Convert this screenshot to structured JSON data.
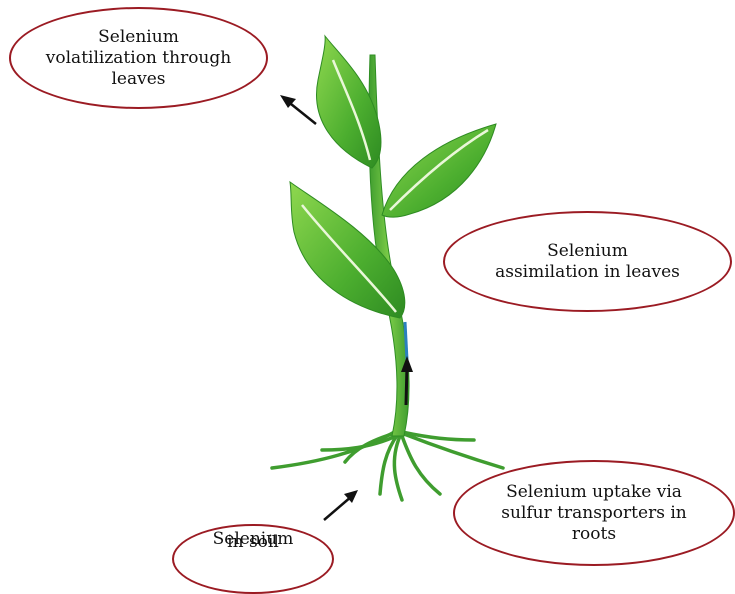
{
  "labels": {
    "volatilization": [
      "Selenium",
      "volatilization through",
      "leaves"
    ],
    "assimilation": [
      "Selenium",
      "assimilation in leaves"
    ],
    "uptake": [
      "Selenium uptake via",
      "sulfur transporters in",
      "roots"
    ],
    "soil": [
      "Selenium",
      "in soil"
    ]
  },
  "colors": {
    "ellipse_border": "#9b1b23",
    "leaf_dark": "#2e8b22",
    "leaf_light": "#7fcf45",
    "stem": "#56b33a",
    "root": "#3f9d2f",
    "arrow": "#111111"
  }
}
